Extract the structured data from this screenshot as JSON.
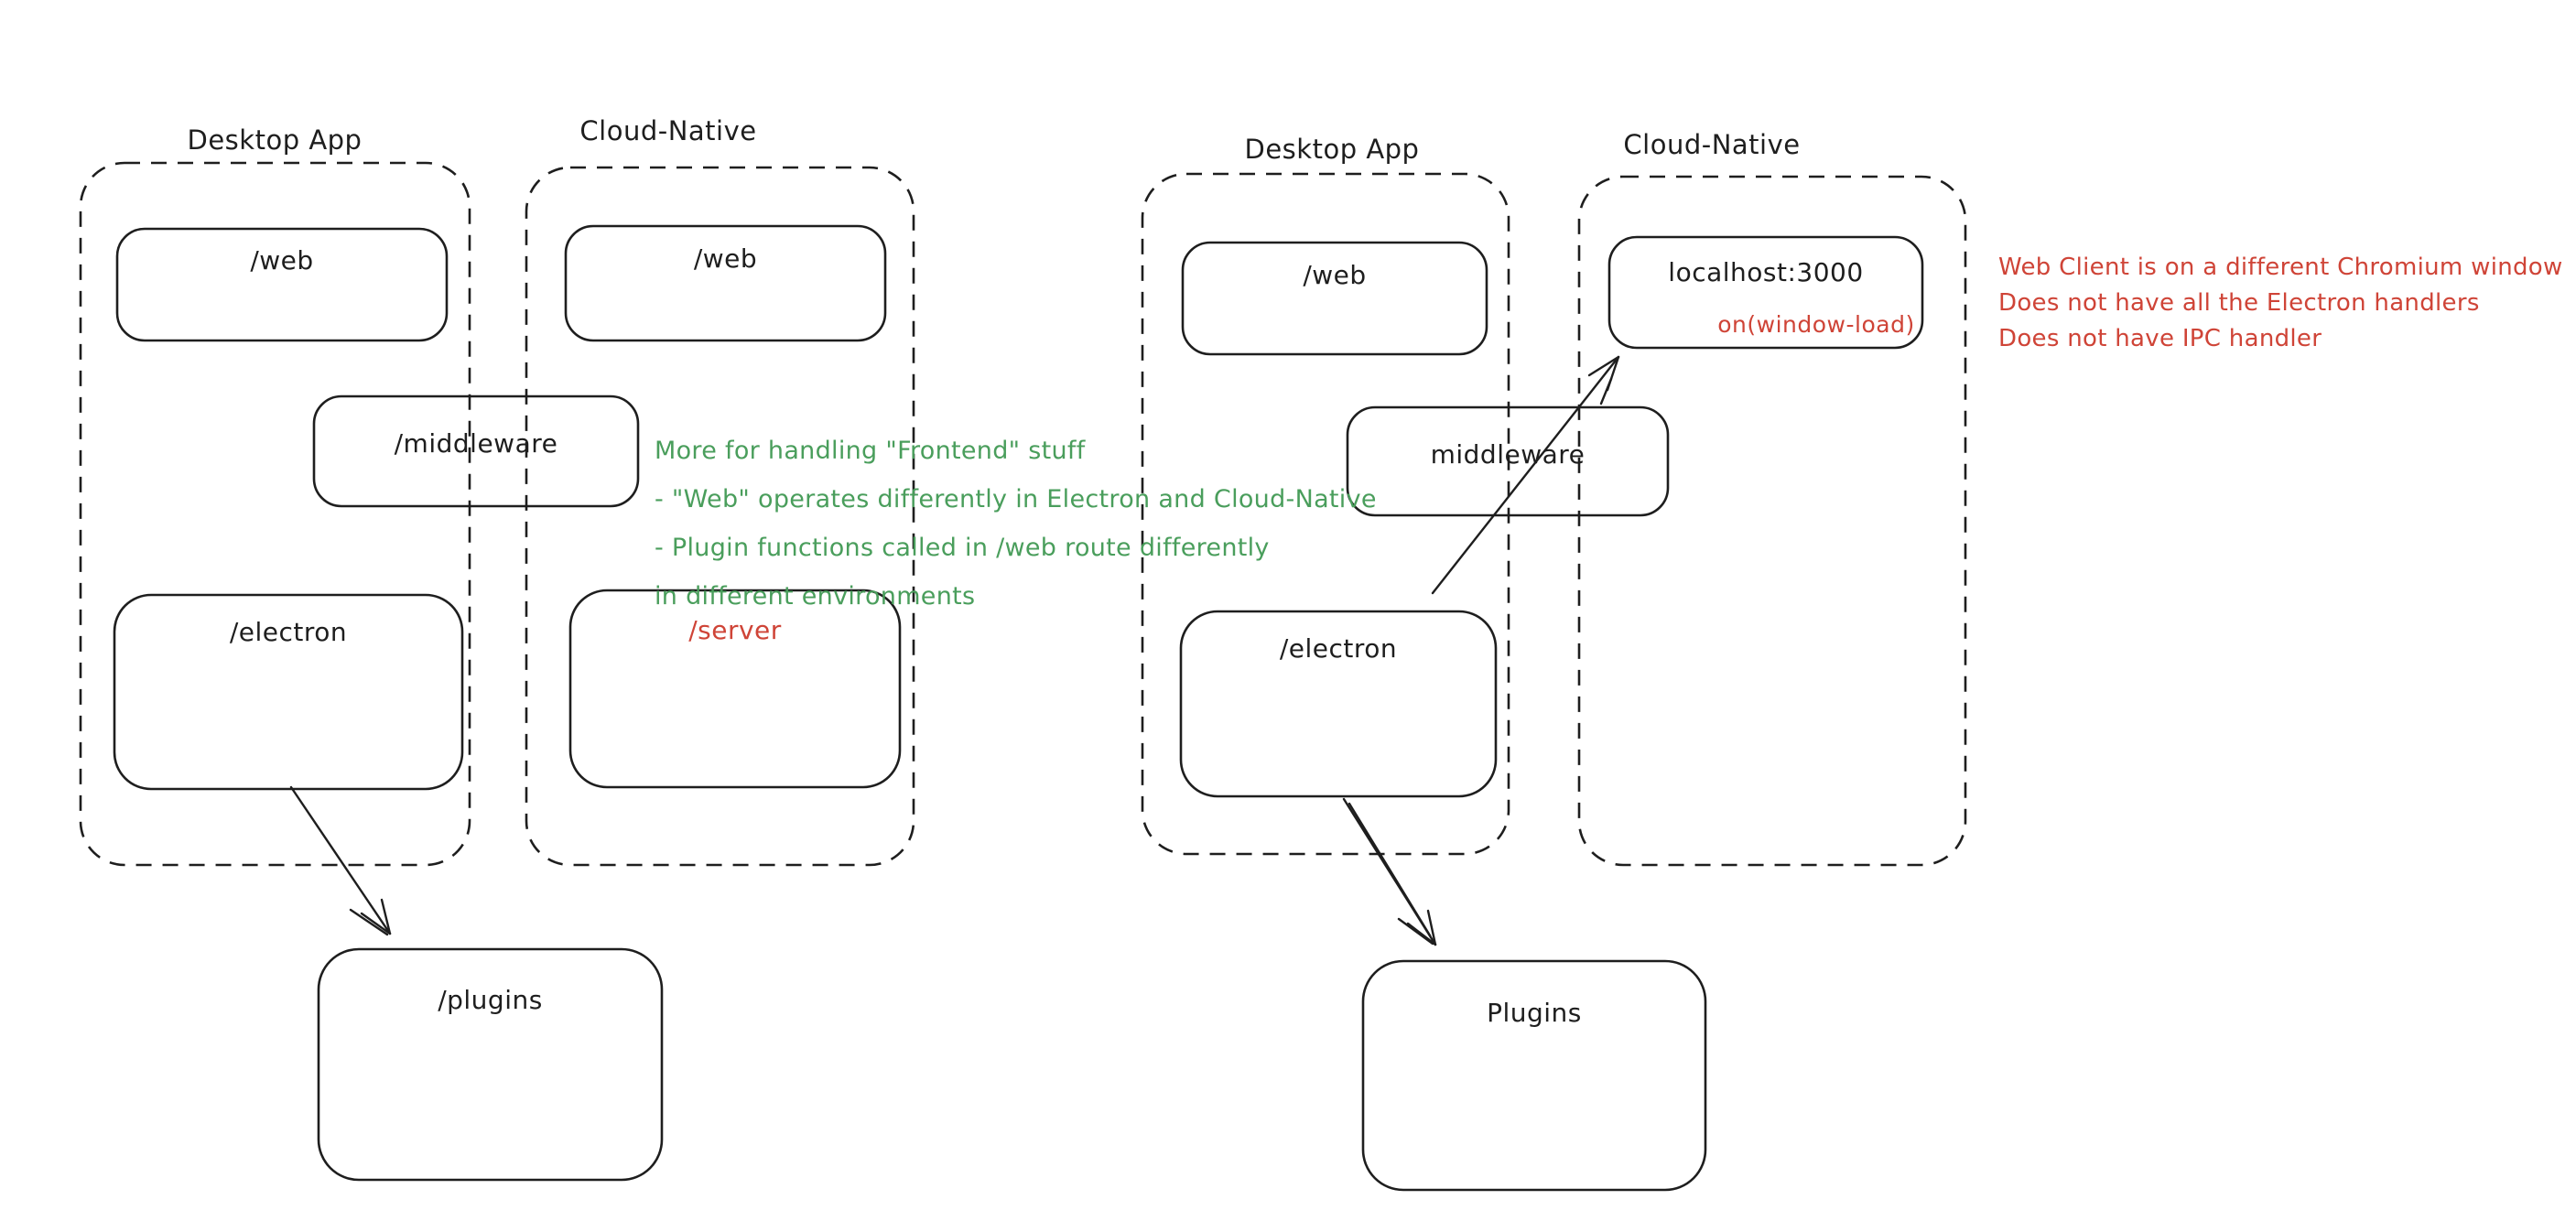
{
  "colors": {
    "ink": "#1e1e1e",
    "red": "#cf4437",
    "green": "#4a9e5c",
    "background": "#ffffff"
  },
  "left_diagram": {
    "desktop_app": {
      "title": "Desktop App",
      "web_box": "/web",
      "electron_box": "/electron"
    },
    "cloud_native": {
      "title": "Cloud-Native",
      "web_box": "/web",
      "server_box": "/server"
    },
    "middleware_box": "/middleware",
    "plugins_box": "/plugins",
    "annotation": {
      "lines": [
        "More for handling \"Frontend\" stuff",
        "- \"Web\" operates differently in Electron and Cloud-Native",
        "- Plugin functions called in /web route differently",
        "in different environments"
      ]
    }
  },
  "right_diagram": {
    "desktop_app": {
      "title": "Desktop App",
      "web_box": "/web",
      "electron_box": "/electron"
    },
    "cloud_native": {
      "title": "Cloud-Native",
      "localhost_box": "localhost:3000",
      "localhost_sub": "on(window-load)"
    },
    "middleware_box": "middleware",
    "plugins_box": "Plugins",
    "annotation": {
      "lines": [
        "Web Client is on a different Chromium window",
        "Does not have all the Electron handlers",
        "Does not have IPC handler"
      ]
    }
  }
}
